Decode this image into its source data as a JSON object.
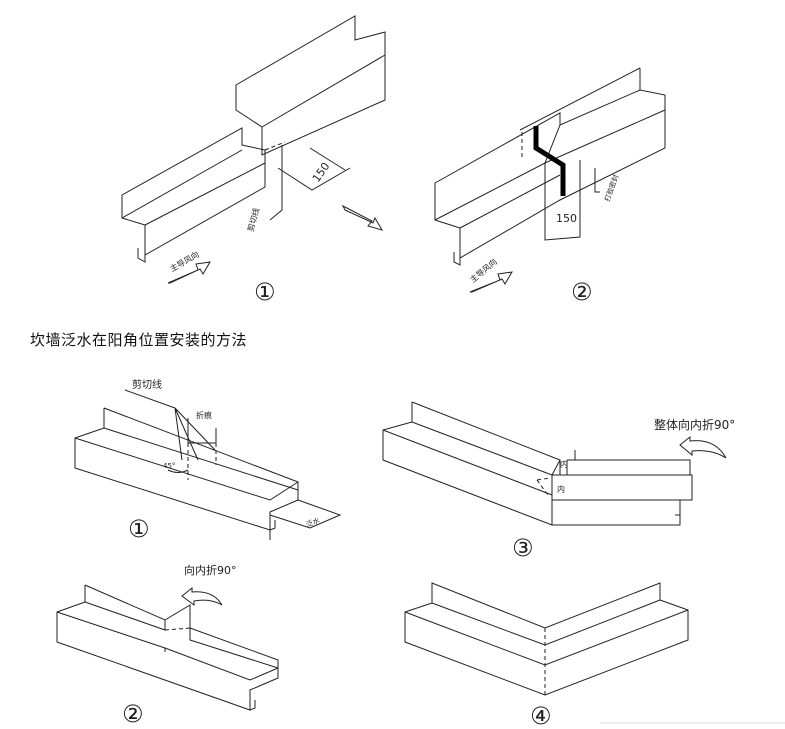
{
  "heading": "坎墙泛水在阳角位置安装的方法",
  "top_figures": [
    {
      "step": "①",
      "dimension": "150",
      "cut_label": "剪切线",
      "wind_label": "主导风向"
    },
    {
      "step": "②",
      "dimension": "150",
      "seal_label": "打胶密封",
      "wind_label": "主导风向"
    }
  ],
  "bottom_figures": [
    {
      "step": "①",
      "cut_label": "剪切线",
      "fold_label": "折痕",
      "angle": "45°",
      "end_label": "泛水"
    },
    {
      "step": "②",
      "fold_label": "向内折90°"
    },
    {
      "step": "③",
      "fold_label": "整体向内折90°",
      "inner_label": "内"
    },
    {
      "step": "④"
    }
  ]
}
